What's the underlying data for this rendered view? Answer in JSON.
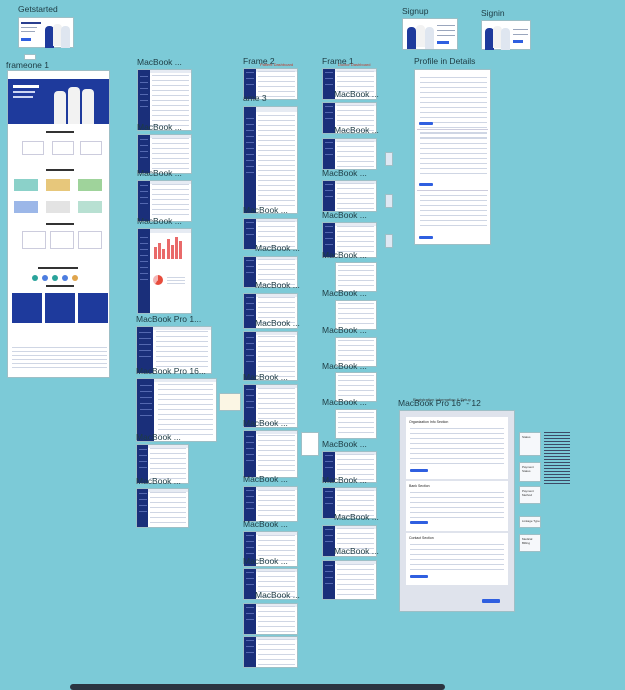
{
  "canvas": {
    "background": "#7ccad7"
  },
  "frames": {
    "getstarted": "Getstarted",
    "signup": "Signup",
    "signin": "Signin",
    "frameone": "frameone 1",
    "macbook_a": "MacBook ...",
    "macbook_b": "MacBook ...",
    "macbook_c": "MacBook ...",
    "macbook_d": "MacBook ...",
    "macbook_pro_1": "MacBook Pro 1...",
    "macbook_pro_16": "MacBook Pro 16...",
    "macbook_e": "MacBook ...",
    "macbook_f": "MacBook ...",
    "frame2": "Frame 2",
    "frame3": "ame 3",
    "frame2_caption": "Patient Dashboard",
    "macbook_g": "MacBook ...",
    "macbook_h": "MacBook ...",
    "macbook_i": "MacBook ...",
    "macbook_j": "MacBook ...",
    "macbook_k": "MacBook ...",
    "macbook_l": "MacBook ...",
    "macbook_m": "MacBook ...",
    "macbook_n": "MacBook ...",
    "macbook_o": "MacBook ...",
    "macbook_p": "MacBook ...",
    "frame1": "Frame 1",
    "frame1_caption": "Doctor Dashboard",
    "macbook_q": "MacBook ...",
    "macbook_r": "MacBook ...",
    "macbook_s": "MacBook ...",
    "macbook_t": "MacBook ...",
    "macbook_u": "MacBook ...",
    "macbook_v": "MacBook ...",
    "macbook_w": "MacBook ...",
    "macbook_x": "MacBook ...",
    "macbook_y": "MacBook ...",
    "macbook_z": "MacBook ...",
    "macbook_aa": "MacBook ...",
    "macbook_ab": "MacBook ...",
    "macbook_ac": "MacBook ...",
    "profile": "Profile in Details",
    "macbook_pro_12": "MacBook Pro 16\" - 12",
    "pro12_caption": "Registration Information & Setup",
    "pro12_sections": [
      "Organization Info Section",
      "Bank Section",
      "Contact Section"
    ],
    "status_title": "Status",
    "side_notes": [
      "Payment Status",
      "Payment Method",
      "Linkage Type",
      "Medical Billing"
    ]
  }
}
